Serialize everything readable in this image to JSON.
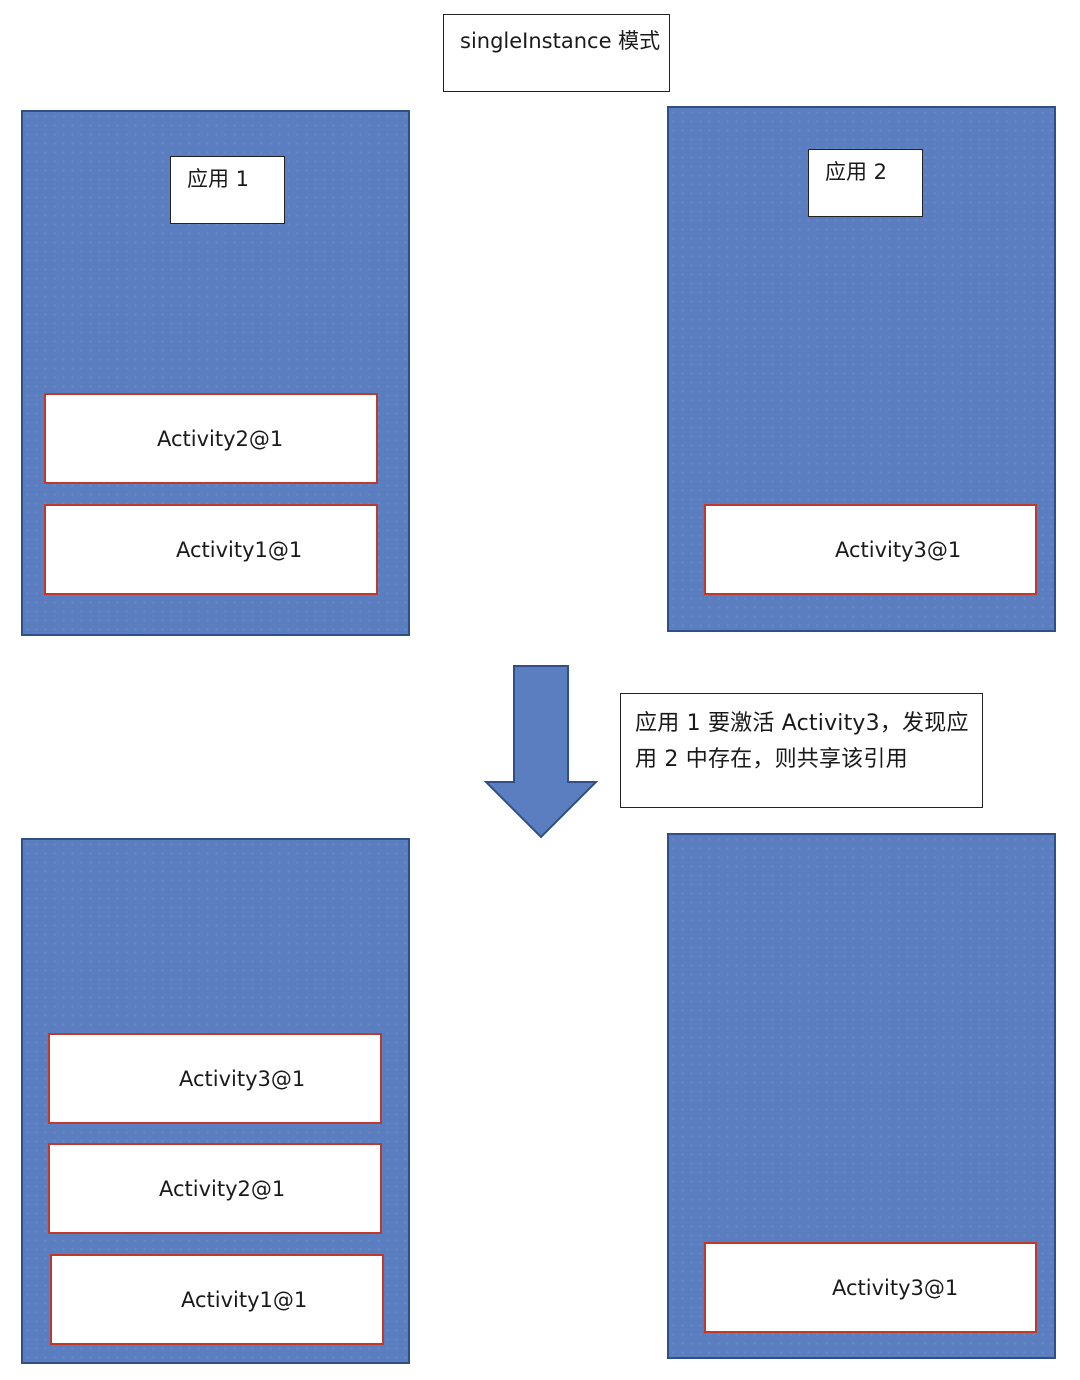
{
  "title": "singleInstance 模式",
  "top": {
    "app1": {
      "label": "应用 1",
      "activities": [
        "Activity2@1",
        "Activity1@1"
      ]
    },
    "app2": {
      "label": "应用 2",
      "activities": [
        "Activity3@1"
      ]
    }
  },
  "transition_note_lines": [
    "应用 1 要激活 Activity3，发现应",
    "用 2 中存在，则共享该引用"
  ],
  "bottom": {
    "app1": {
      "activities": [
        "Activity3@1",
        "Activity2@1",
        "Activity1@1"
      ]
    },
    "app2": {
      "activities": [
        "Activity3@1"
      ]
    }
  },
  "colors": {
    "panel_fill": "#5a7ec0",
    "panel_border": "#2f4f86",
    "activity_border": "#c0392b",
    "arrow_fill": "#5a7ec0"
  }
}
